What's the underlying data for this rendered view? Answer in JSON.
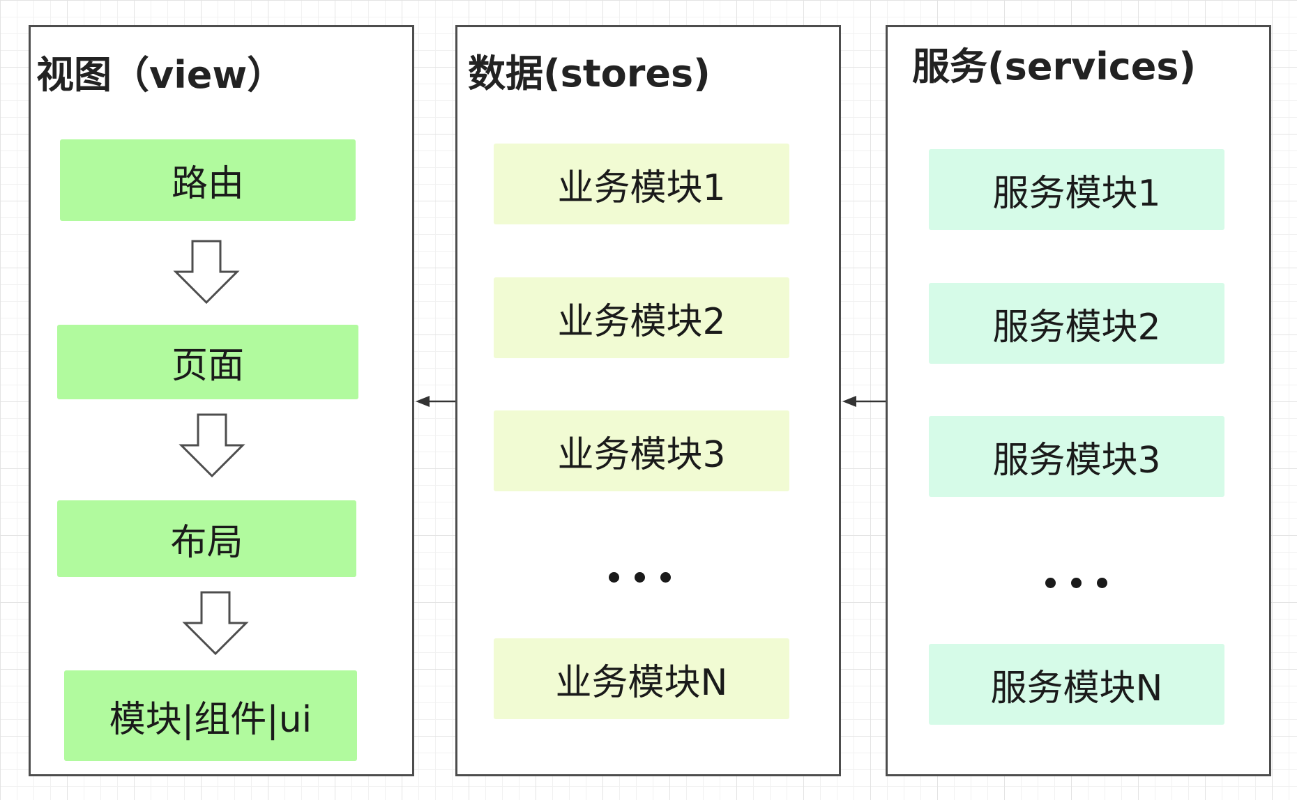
{
  "view": {
    "title": "视图（view）",
    "items": [
      "路由",
      "页面",
      "布局",
      "模块|组件|ui"
    ]
  },
  "stores": {
    "title": "数据(stores)",
    "items": [
      "业务模块1",
      "业务模块2",
      "业务模块3",
      "业务模块N"
    ]
  },
  "services": {
    "title": "服务(services)",
    "items": [
      "服务模块1",
      "服务模块2",
      "服务模块3",
      "服务模块N"
    ]
  },
  "colors": {
    "view_box": "#b1fa9e",
    "store_box": "#f1fbd3",
    "service_box": "#d6fbe8",
    "border": "#4d4d4d"
  }
}
